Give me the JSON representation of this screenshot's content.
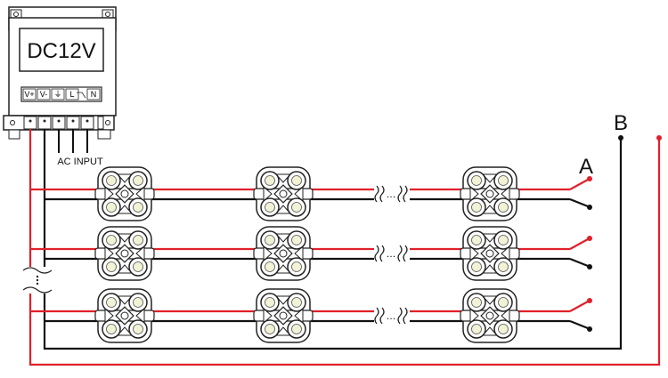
{
  "power_supply": {
    "voltage_label": "DC12V",
    "terminals": [
      "V+",
      "V-",
      "⏚",
      "L",
      "N"
    ]
  },
  "ac_input_label": "AC INPUT",
  "endpoint_a_label": "A",
  "endpoint_b_label": "B",
  "ellipsis": "…",
  "colors": {
    "positive_wire": "#e0202a",
    "negative_wire": "#111111",
    "outline": "#222222"
  }
}
